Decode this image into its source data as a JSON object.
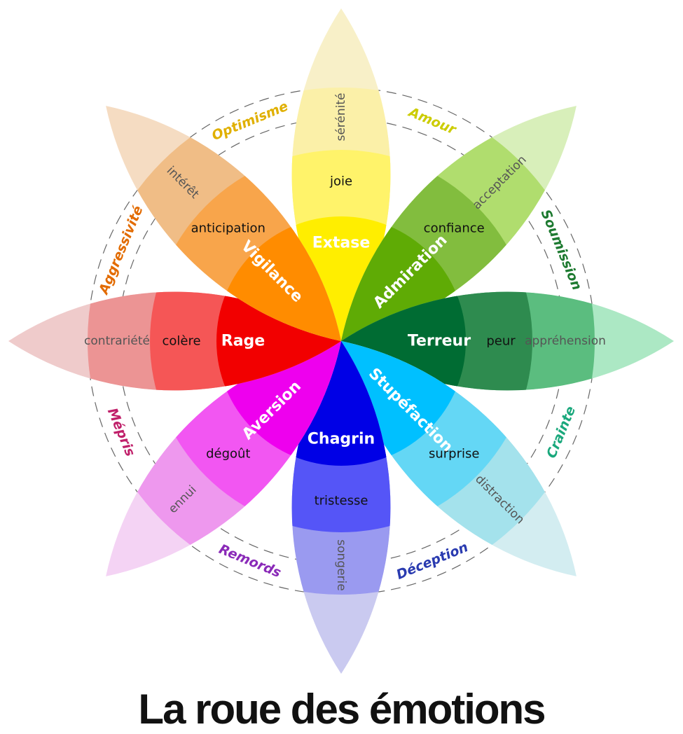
{
  "title": "La roue des émotions",
  "petals": [
    {
      "primary": "Extase",
      "mid": "joie",
      "outer": "sérénité",
      "colors": [
        "#ffee00",
        "#fff36a",
        "#fbf0a8",
        "#f8f0c8"
      ]
    },
    {
      "primary": "Admiration",
      "mid": "confiance",
      "outer": "acceptation",
      "colors": [
        "#5fab05",
        "#82bd3e",
        "#b0dd6e",
        "#d8efba"
      ]
    },
    {
      "primary": "Terreur",
      "mid": "peur",
      "outer": "appréhension",
      "colors": [
        "#006c33",
        "#2e8b4f",
        "#5bbd7f",
        "#ace8c4"
      ]
    },
    {
      "primary": "Stupéfaction",
      "mid": "surprise",
      "outer": "distraction",
      "colors": [
        "#00c0ff",
        "#64d7f5",
        "#a4e2ec",
        "#d3edf1"
      ]
    },
    {
      "primary": "Chagrin",
      "mid": "tristesse",
      "outer": "songerie",
      "colors": [
        "#0000e6",
        "#5555f7",
        "#9a9af0",
        "#cacaf0"
      ]
    },
    {
      "primary": "Aversion",
      "mid": "dégoût",
      "outer": "ennui",
      "colors": [
        "#ee00ee",
        "#f256f2",
        "#ee98ee",
        "#f4d3f4"
      ]
    },
    {
      "primary": "Rage",
      "mid": "colère",
      "outer": "contrariété",
      "colors": [
        "#f20000",
        "#f55656",
        "#ec9494",
        "#efcbcb"
      ]
    },
    {
      "primary": "Vigilance",
      "mid": "anticipation",
      "outer": "intérêt",
      "colors": [
        "#ff8c00",
        "#f8a54b",
        "#f0bd86",
        "#f5dcc2"
      ]
    }
  ],
  "dyads": [
    {
      "label": "Amour",
      "color": "#cccc00"
    },
    {
      "label": "Soumission",
      "color": "#1d7a30"
    },
    {
      "label": "Crainte",
      "color": "#1aa87c"
    },
    {
      "label": "Déception",
      "color": "#2a3bb0"
    },
    {
      "label": "Remords",
      "color": "#8a2ab8"
    },
    {
      "label": "Mépris",
      "color": "#c0206a"
    },
    {
      "label": "Aggressivité",
      "color": "#e26b00"
    },
    {
      "label": "Optimisme",
      "color": "#e0b000"
    }
  ]
}
